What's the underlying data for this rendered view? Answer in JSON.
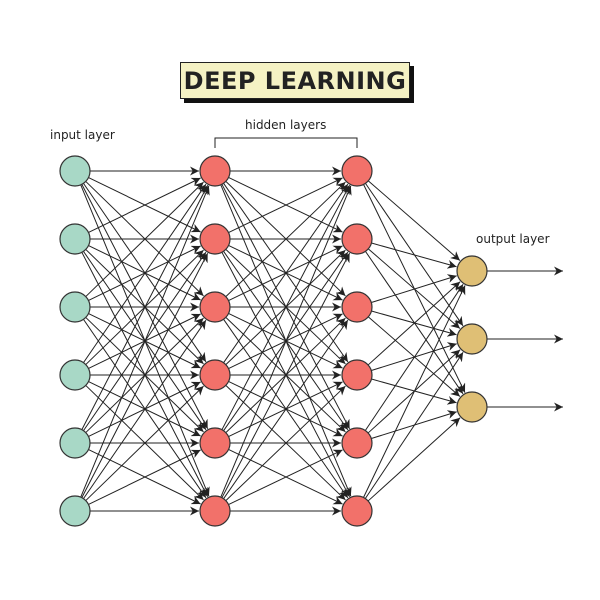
{
  "title": "DEEP LEARNING",
  "labels": {
    "input_layer": "input layer",
    "hidden_layers": "hidden layers",
    "output_layer": "output layer"
  },
  "colors": {
    "input_node": "#A8D8C6",
    "hidden_node": "#F2716A",
    "output_node": "#DFBF75",
    "edge": "#222222",
    "title_bg": "#F5F2C4"
  },
  "network": {
    "layers": [
      {
        "name": "input",
        "nodes": 6
      },
      {
        "name": "hidden-1",
        "nodes": 6
      },
      {
        "name": "hidden-2",
        "nodes": 6
      },
      {
        "name": "output",
        "nodes": 3
      }
    ],
    "connectivity": "fully-connected",
    "output_arrows": 3
  }
}
